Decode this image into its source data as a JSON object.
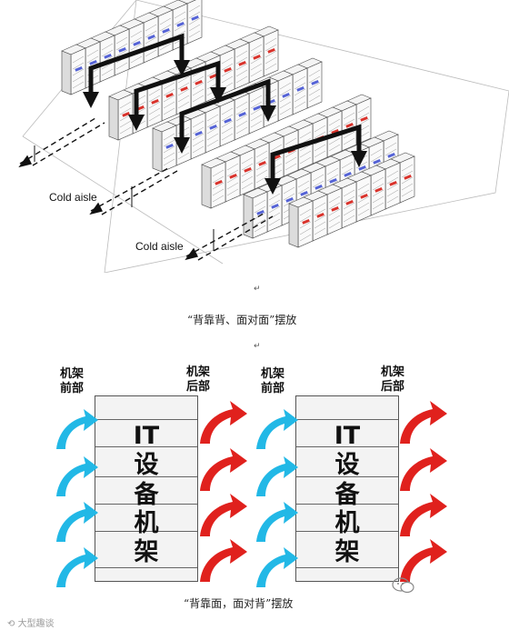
{
  "top_diagram": {
    "cold_aisle_labels": [
      "Cold aisle",
      "Cold aisle"
    ]
  },
  "captions": {
    "back_to_back": "“背靠背、面对面”摆放",
    "back_to_front": "“背靠面，面对背”摆放",
    "return_mark": "↵"
  },
  "bottom_diagram": {
    "racks": [
      {
        "front_label": [
          "机架",
          "前部"
        ],
        "back_label": [
          "机架",
          "后部"
        ],
        "chars": [
          "IT",
          "设",
          "备",
          "机",
          "架"
        ]
      },
      {
        "front_label": [
          "机架",
          "前部"
        ],
        "back_label": [
          "机架",
          "后部"
        ],
        "chars": [
          "IT",
          "设",
          "备",
          "机",
          "架"
        ]
      }
    ]
  },
  "watermark": {
    "text": "大型趣谈"
  },
  "colors": {
    "cold_arrow": "#22b8e6",
    "hot_arrow": "#e0211d",
    "airflow_black": "#111111",
    "cold_tag": "#5563d6",
    "hot_tag": "#d9332c"
  }
}
